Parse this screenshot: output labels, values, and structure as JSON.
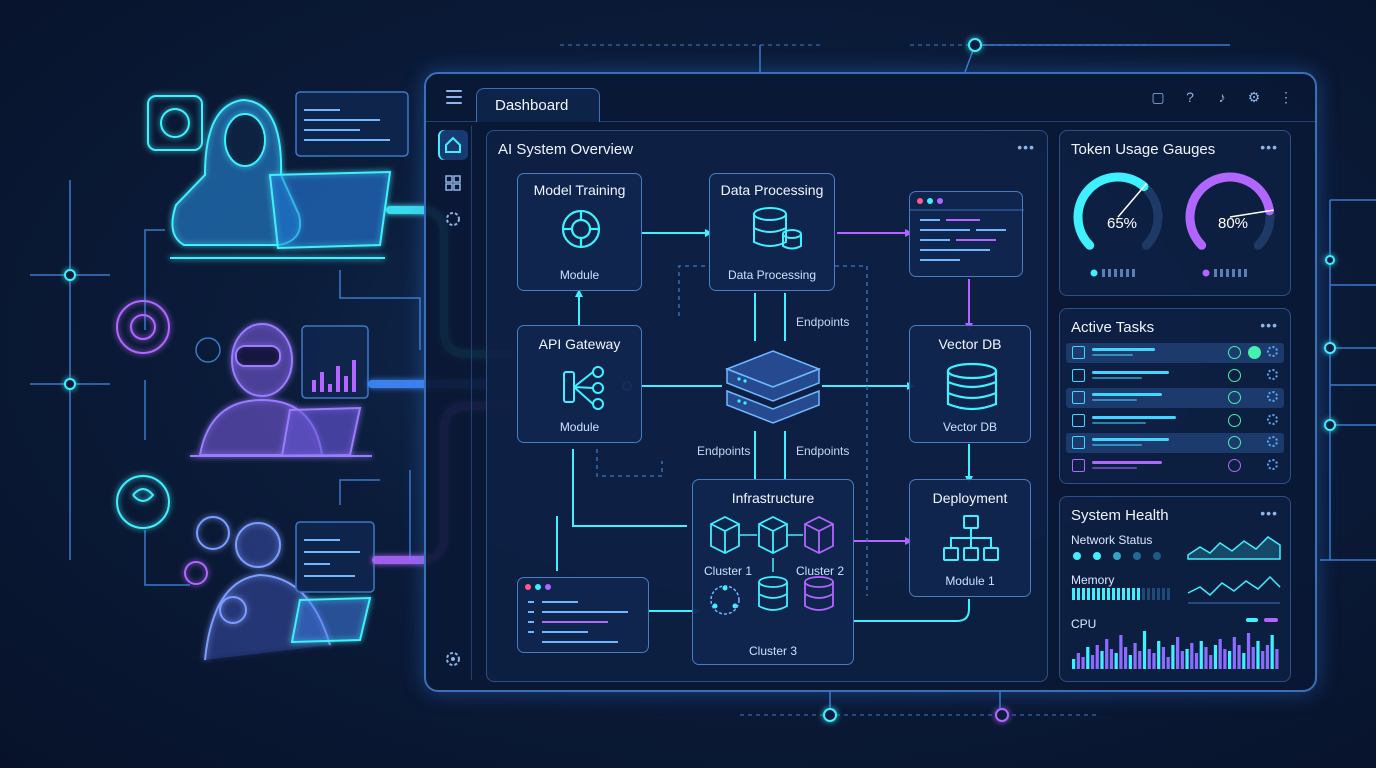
{
  "window": {
    "tab_title": "Dashboard"
  },
  "topbar": {
    "icons": [
      "window-icon",
      "help-icon",
      "bell-icon",
      "gear-icon",
      "more-vertical-icon"
    ]
  },
  "sidebar": {
    "items": [
      "home-icon",
      "grid-icon",
      "gear-icon"
    ],
    "bottom_item": "settings-icon"
  },
  "overview": {
    "title": "AI System Overview",
    "model_training": {
      "title": "Model Training",
      "sub": "Module"
    },
    "data_processing": {
      "title": "Data Processing",
      "sub": "Data Processing"
    },
    "api_gateway": {
      "title": "API Gateway",
      "sub": "Module"
    },
    "vector_db": {
      "title": "Vector DB",
      "sub": "Vector DB"
    },
    "infrastructure": {
      "title": "Infrastructure",
      "cluster_1": "Cluster 1",
      "cluster_2": "Cluster 2",
      "cluster_3": "Cluster 3"
    },
    "deployment": {
      "title": "Deployment",
      "sub": "Module  1"
    },
    "endpoints_top": "Endpoints",
    "endpoints_left": "Endpoints",
    "endpoints_right": "Endpoints"
  },
  "token_usage": {
    "title": "Token Usage Gauges",
    "gauges": [
      {
        "value_label": "65%",
        "value": 65,
        "color": "#3ff0ff"
      },
      {
        "value_label": "80%",
        "value": 80,
        "color": "#b066ff"
      }
    ]
  },
  "active_tasks": {
    "title": "Active Tasks",
    "rows": [
      {
        "highlighted": true,
        "bar": 0.45,
        "color": "#3fd6ff"
      },
      {
        "highlighted": false,
        "bar": 0.55,
        "color": "#3fd6ff"
      },
      {
        "highlighted": true,
        "bar": 0.5,
        "color": "#3fd6ff"
      },
      {
        "highlighted": false,
        "bar": 0.6,
        "color": "#3fd6ff"
      },
      {
        "highlighted": true,
        "bar": 0.55,
        "color": "#3fd6ff"
      },
      {
        "highlighted": false,
        "bar": 0.5,
        "color": "#b066ff"
      }
    ]
  },
  "system_health": {
    "title": "System Health",
    "network_label": "Network Status",
    "memory_label": "Memory",
    "cpu_label": "CPU",
    "memory_level": 0.72,
    "cpu_bars": [
      0.25,
      0.4,
      0.3,
      0.55,
      0.35,
      0.6,
      0.45,
      0.75,
      0.5,
      0.4,
      0.85,
      0.55,
      0.35,
      0.65,
      0.45,
      0.95,
      0.5,
      0.4,
      0.7,
      0.55,
      0.3,
      0.6,
      0.8,
      0.45,
      0.5,
      0.65,
      0.4,
      0.7,
      0.55,
      0.35,
      0.6,
      0.75,
      0.5,
      0.45,
      0.8,
      0.6,
      0.4,
      0.9,
      0.55,
      0.7,
      0.45,
      0.6,
      0.85,
      0.5
    ]
  },
  "colors": {
    "cyan": "#3ff0ff",
    "purple": "#b066ff",
    "blue": "#3b6fb6"
  }
}
